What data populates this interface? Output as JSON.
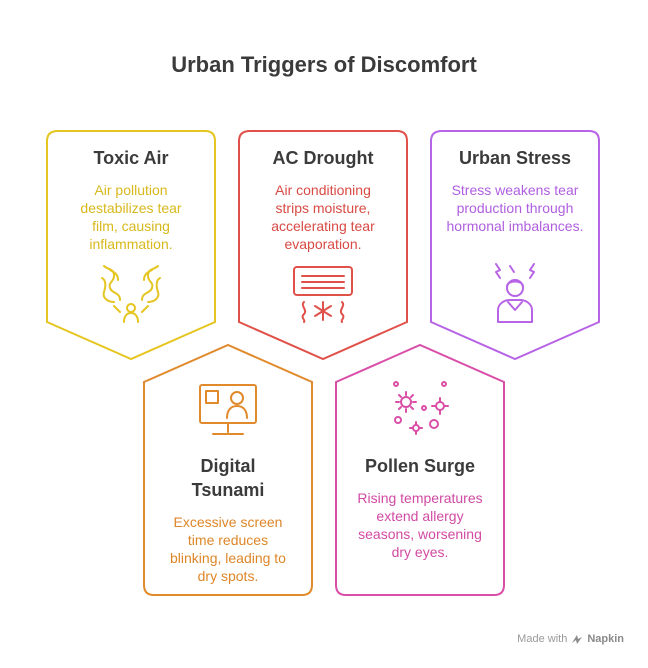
{
  "title": "Urban Triggers of Discomfort",
  "cards": [
    {
      "title": "Toxic Air",
      "description": "Air pollution destabilizes tear film, causing inflammation.",
      "color": "#e5c51f",
      "icon": "polluted-air-icon"
    },
    {
      "title": "AC Drought",
      "description": "Air conditioning strips moisture, accelerating tear evaporation.",
      "color": "#e0514a",
      "icon": "air-conditioner-icon"
    },
    {
      "title": "Urban Stress",
      "description": "Stress weakens tear production through hormonal imbalances.",
      "color": "#b764e6",
      "icon": "stressed-person-icon"
    },
    {
      "title": "Digital Tsunami",
      "description": "Excessive screen time reduces blinking, leading to dry spots.",
      "color": "#e08a2c",
      "icon": "computer-screen-icon"
    },
    {
      "title": "Pollen Surge",
      "description": "Rising temperatures extend allergy seasons, worsening dry eyes.",
      "color": "#d94fa8",
      "icon": "pollen-icon"
    }
  ],
  "footer": {
    "made_with": "Made with",
    "brand": "Napkin"
  }
}
